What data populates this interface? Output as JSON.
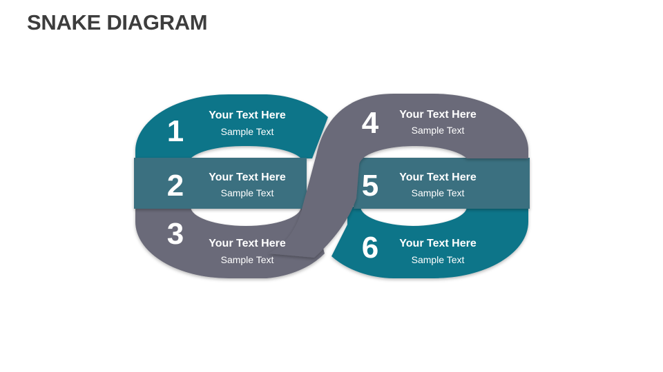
{
  "title": "SNAKE DIAGRAM",
  "colors": {
    "teal": "#0c7489",
    "gray": "#6b6b79",
    "band": "#3a6f80",
    "title": "#3d3d3d"
  },
  "segments": [
    {
      "number": "1",
      "heading": "Your Text Here",
      "text": "Sample Text"
    },
    {
      "number": "2",
      "heading": "Your Text Here",
      "text": "Sample Text"
    },
    {
      "number": "3",
      "heading": "Your Text Here",
      "text": "Sample Text"
    },
    {
      "number": "4",
      "heading": "Your Text Here",
      "text": "Sample Text"
    },
    {
      "number": "5",
      "heading": "Your Text Here",
      "text": "Sample Text"
    },
    {
      "number": "6",
      "heading": "Your Text Here",
      "text": "Sample Text"
    }
  ]
}
